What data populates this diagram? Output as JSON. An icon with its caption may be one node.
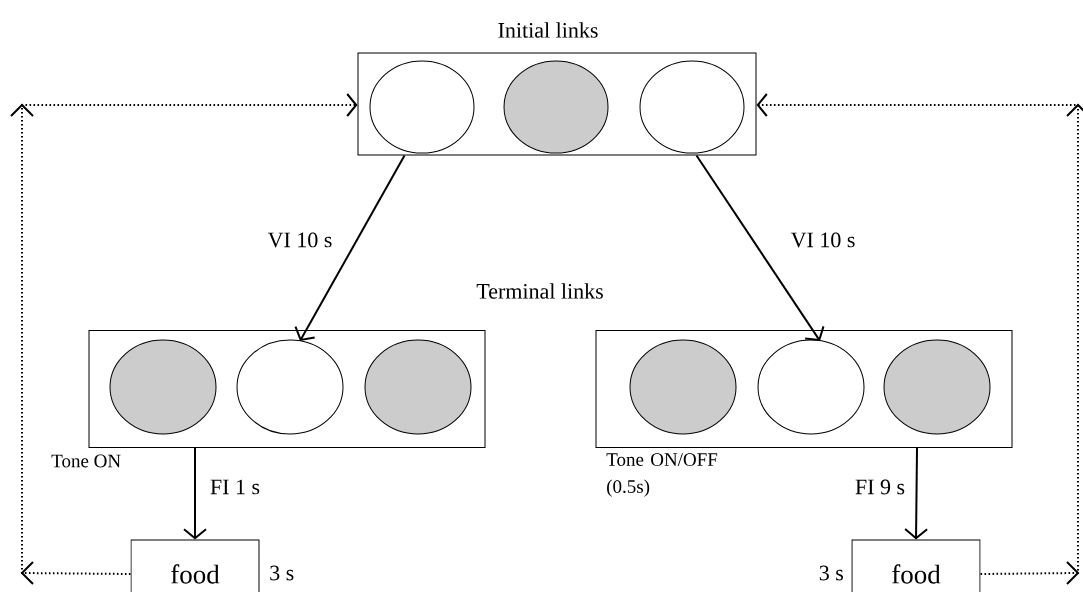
{
  "diagram": {
    "nodes": [
      {
        "text": [
          "Initial links"
        ]
      },
      {
        "text": [],
        "shape": "circle",
        "in": 0
      },
      {
        "text": [],
        "shape": "circle",
        "in": 0
      },
      {
        "text": [],
        "shape": "circle",
        "in": 0
      },
      {
        "text": [],
        "shape": "box",
        "beside": [
          "Tone ON"
        ]
      },
      {
        "text": [],
        "shape": "circle",
        "in": 4
      },
      {
        "text": [],
        "shape": "circle",
        "in": 4
      },
      {
        "text": [],
        "shape": "circle",
        "in": 4
      },
      {
        "text": [],
        "shape": "box",
        "beside": [
          "Tone ON/OFF (0.5s)"
        ]
      },
      {
        "text": [],
        "shape": "circle",
        "in": 8
      },
      {
        "text": [],
        "shape": "circle",
        "in": 8
      },
      {
        "text": [],
        "shape": "circle",
        "in": 8
      },
      {
        "text": [
          "food"
        ],
        "beside": [
          "3 s"
        ]
      },
      {
        "text": [
          "food"
        ],
        "beside": [
          "3 s"
        ]
      }
    ],
    "edges": [
      {
        "from": 0,
        "to": 4,
        "arrow": "to",
        "label": "VI 10 s"
      },
      {
        "from": 0,
        "to": 8,
        "arrow": "to",
        "label": "VI 10 s"
      },
      {
        "from": 4,
        "to": 12,
        "arrow": "to",
        "label": "FI 1 s"
      },
      {
        "from": 8,
        "to": 13,
        "arrow": "to",
        "label": "FI 9 s"
      },
      {
        "from": 12,
        "to": 0,
        "arrow": "to",
        "style": "dashed"
      },
      {
        "from": 13,
        "to": 0,
        "arrow": "to",
        "style": "dashed"
      }
    ],
    "labels": [
      "Terminal links"
    ]
  }
}
